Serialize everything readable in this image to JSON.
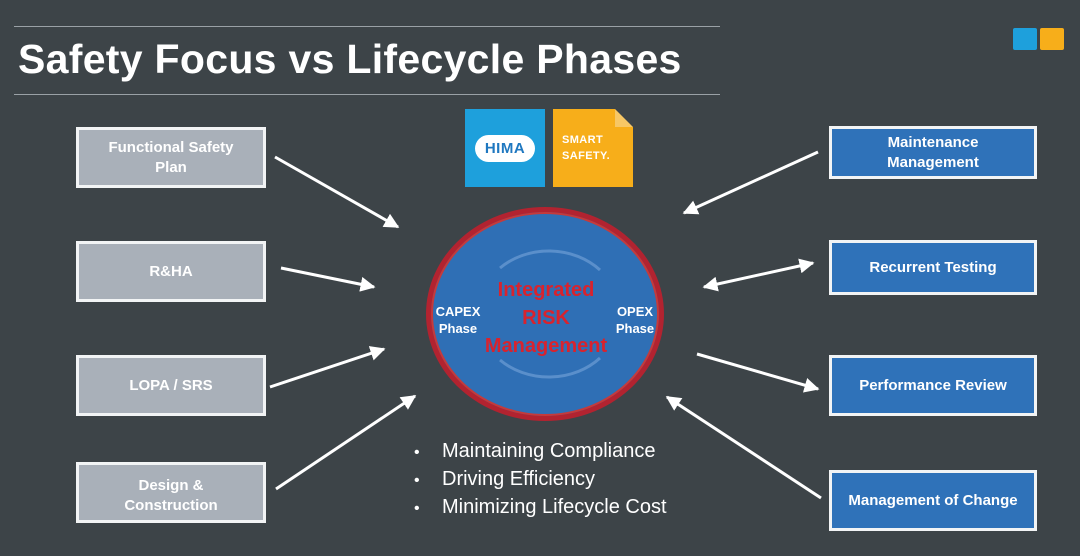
{
  "title": "Safety Focus vs Lifecycle Phases",
  "logos": {
    "hima": "HIMA",
    "smart_safety": [
      "SMART",
      "SAFETY."
    ],
    "corner_colors": [
      "#1ea0dc",
      "#f7ae1a"
    ]
  },
  "center": {
    "lines": [
      "Integrated",
      "RISK",
      "Management"
    ],
    "capex": [
      "CAPEX",
      "Phase"
    ],
    "opex": [
      "OPEX",
      "Phase"
    ]
  },
  "left_boxes": [
    {
      "label": "Functional Safety Plan"
    },
    {
      "label": "R&HA"
    },
    {
      "label": "LOPA / SRS"
    },
    {
      "label": "Design & Construction"
    }
  ],
  "right_boxes": [
    {
      "label": "Maintenance Management"
    },
    {
      "label": "Recurrent Testing"
    },
    {
      "label": "Performance Review"
    },
    {
      "label": "Management of Change"
    }
  ],
  "bullets": [
    "Maintaining Compliance",
    "Driving Efficiency",
    "Minimizing Lifecycle Cost"
  ],
  "colors": {
    "background": "#3d4448",
    "left_box": "#a9b0b9",
    "right_box": "#2f72b9",
    "circle": "#2f6fb5",
    "circle_ring": "#b22330",
    "center_text": "#d8232e"
  }
}
